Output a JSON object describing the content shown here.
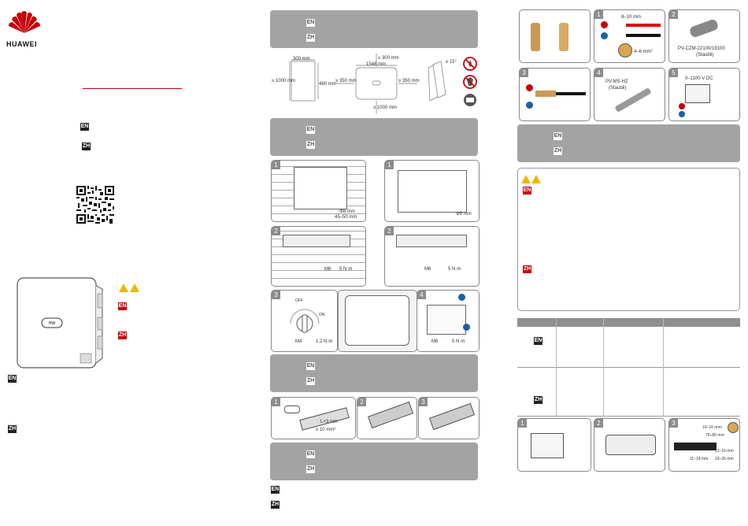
{
  "brand": {
    "name": "HUAWEI",
    "red": "#c7000b"
  },
  "lang": {
    "en": "EN",
    "zh": "ZH"
  },
  "dims": {
    "top_clear": "≥ 300 mm",
    "side_clear": "≥ 1000 mm",
    "width": "300 mm",
    "height": "460 mm",
    "left_clear": "≥ 350 mm",
    "right_clear": "≥ 350 mm",
    "bottom_clear": "≥ 1000 mm",
    "total_width": "1546 mm",
    "top_clear2": "≥ 300 mm",
    "tilt": "≤ 15°"
  },
  "drill": {
    "dia": "Φ8 mm",
    "depth": "45–50 mm",
    "dia2": "Φ8 mm"
  },
  "torque": {
    "m6": "M6",
    "nm5": "5 N·m",
    "m4": "M4",
    "nm12": "1.2 N·m",
    "nm5b": "5 N·m"
  },
  "knob": {
    "off": "OFF",
    "on": "ON"
  },
  "ground": {
    "len": "L+3 mm",
    "area": "≥ 10 mm²"
  },
  "pv": {
    "strip": "8–10 mm",
    "area": "4–6 mm²",
    "crimp": "PV-CZM-22100/19100",
    "crimp_brand": "(Staubli)",
    "spanner": "PV-MS-HZ",
    "spanner_brand": "(Staubli)",
    "voltage": "0–1100 V DC"
  },
  "ac": {
    "area": "10–16 mm²",
    "d1": "75–80 mm",
    "d2": "12–16 mm",
    "d3": "11–19 mm",
    "d4": "19–26 mm"
  },
  "steps": [
    "1",
    "2",
    "3",
    "4",
    "5"
  ]
}
